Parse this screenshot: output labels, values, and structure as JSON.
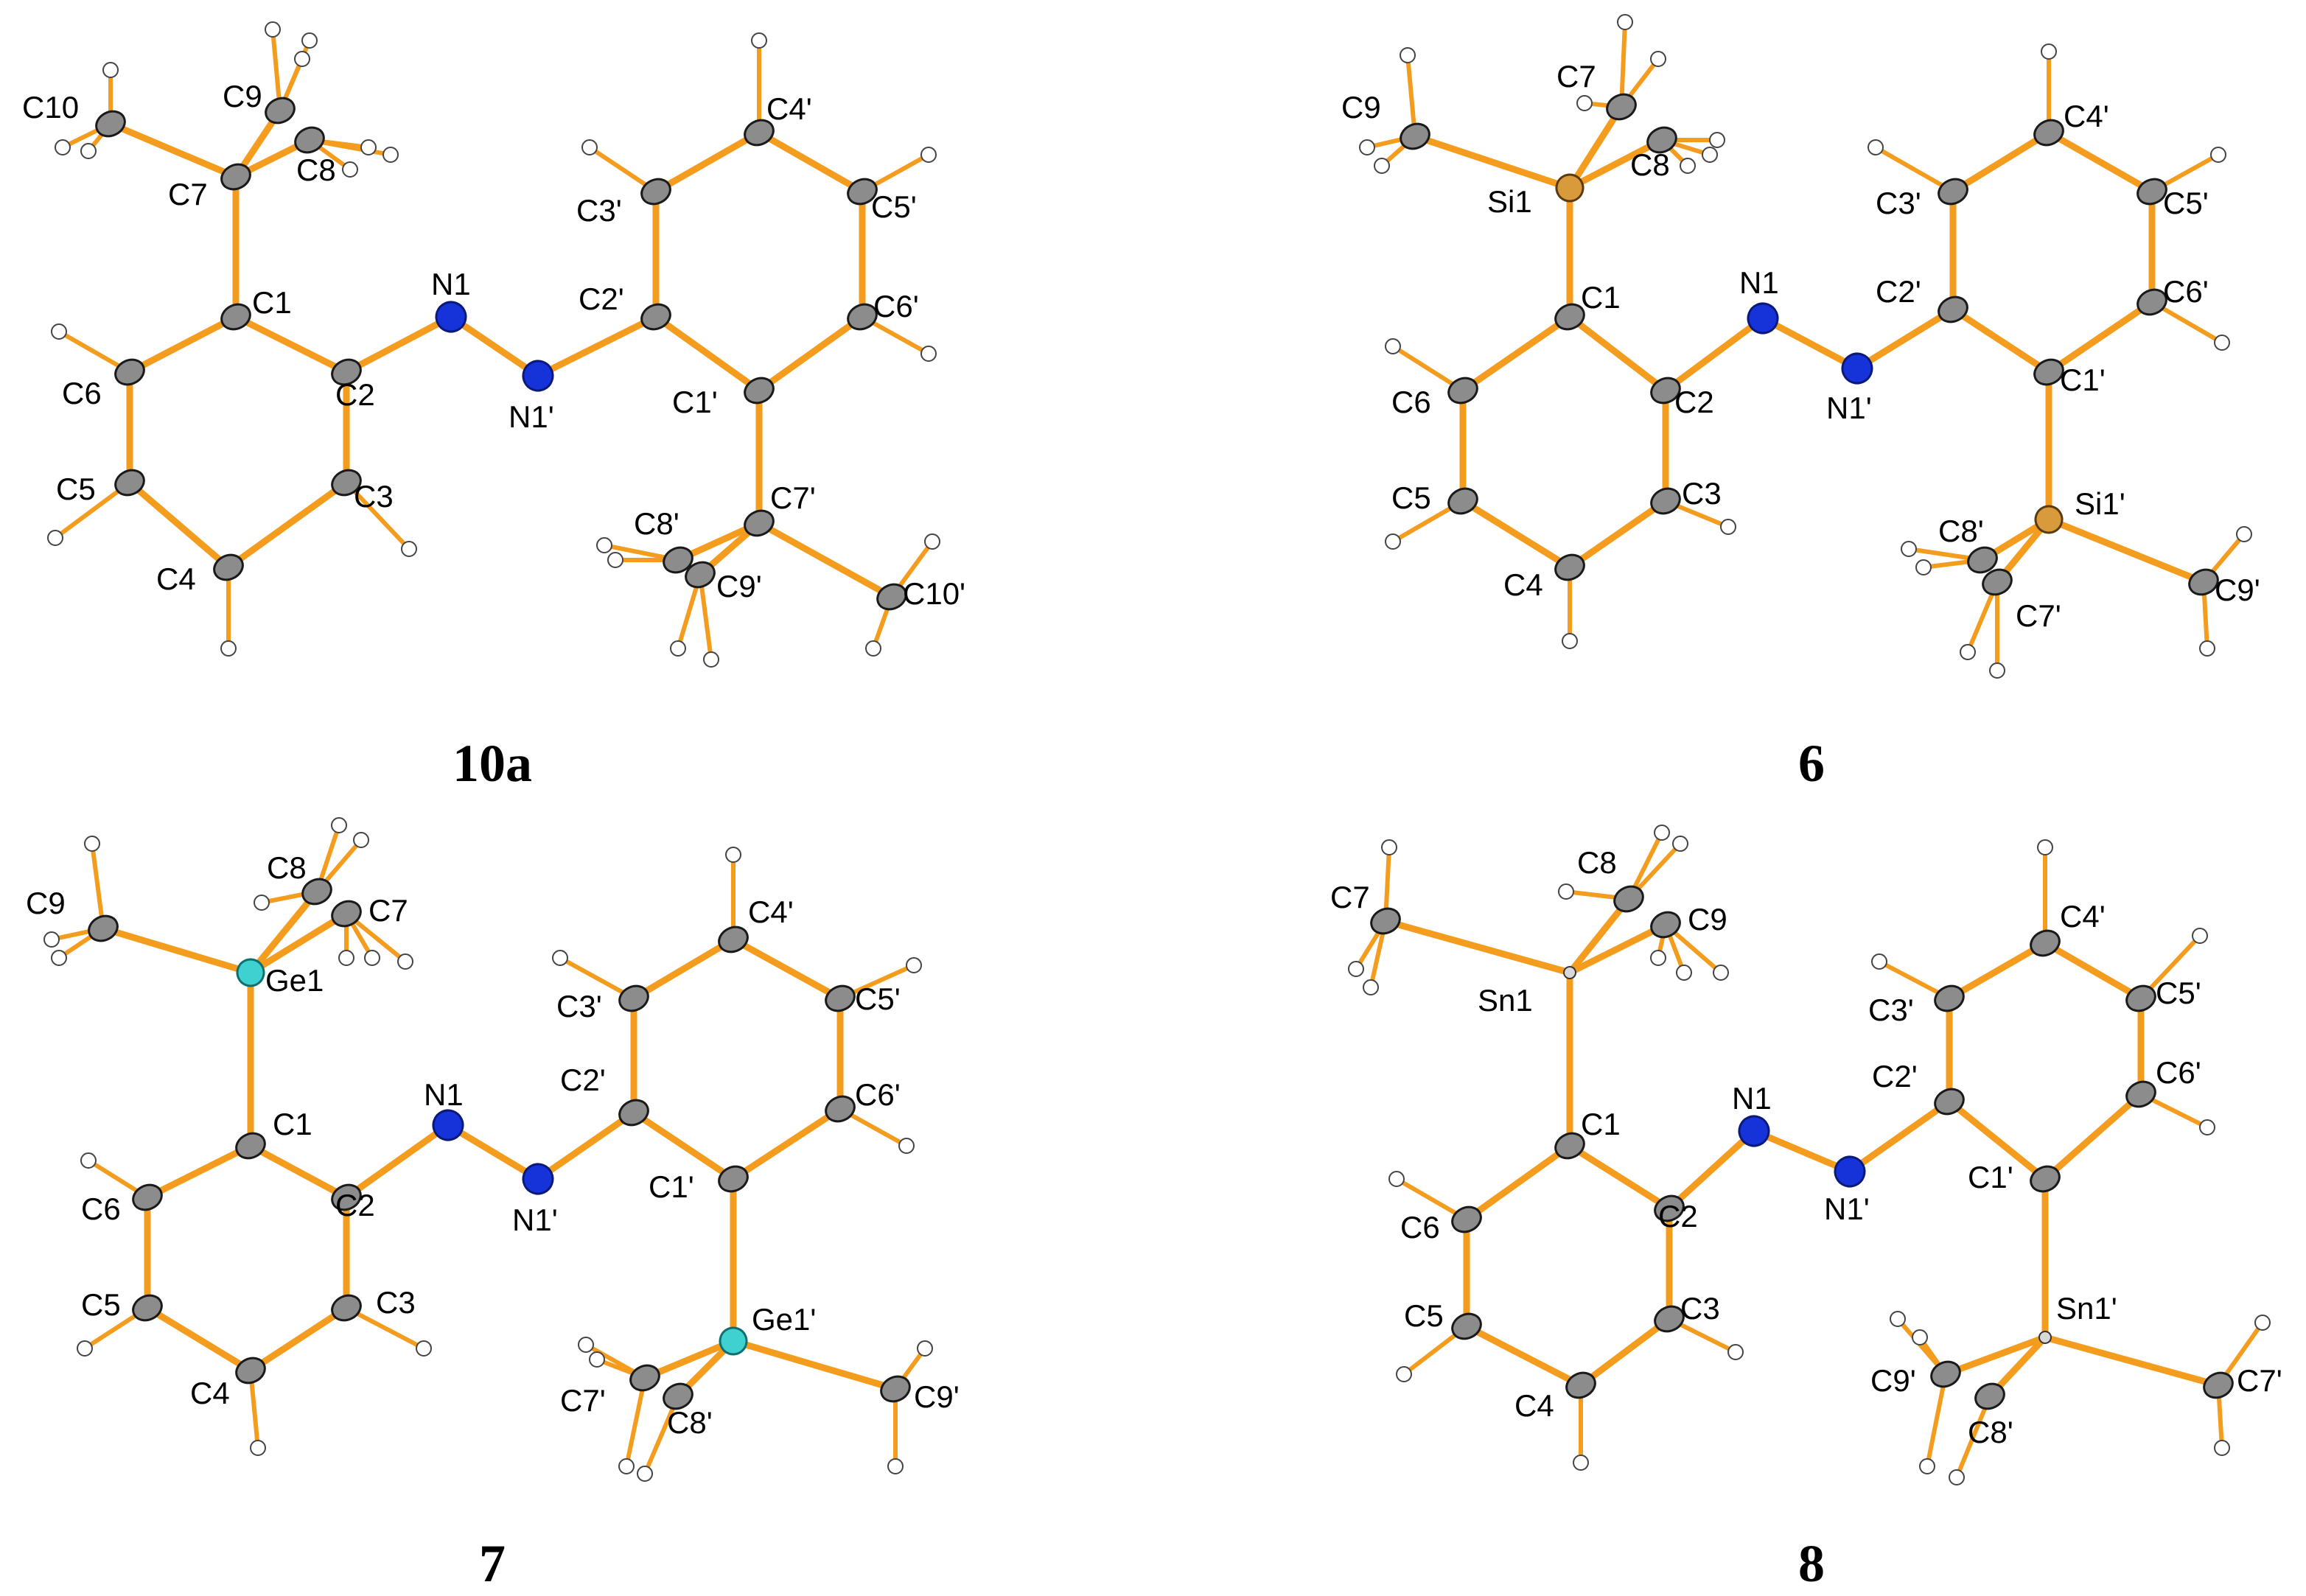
{
  "captions": [
    "10a",
    "6",
    "7",
    "8"
  ],
  "colors": {
    "bond": "#F39C1E",
    "carbon": "#8c8c8c",
    "nitrogen": "#1633d9",
    "germanium": "#3fd0d0",
    "silicon": "#d89a3a",
    "tin": "#d8d8d8",
    "hydrogen": "#ffffff"
  },
  "labels": {
    "p0": {
      "C10": "C10",
      "C9": "C9",
      "C8": "C8",
      "C7": "C7",
      "C1": "C1",
      "N1": "N1",
      "C6": "C6",
      "C2": "C2",
      "N1p": "N1'",
      "C5": "C5",
      "C3": "C3",
      "C4": "C4",
      "C3p": "C3'",
      "C4p": "C4'",
      "C5p": "C5'",
      "C2p": "C2'",
      "C6p": "C6'",
      "C1p": "C1'",
      "C8p": "C8'",
      "C7p": "C7'",
      "C9p": "C9'",
      "C10p": "C10'"
    },
    "p1": {
      "C9": "C9",
      "C7": "C7",
      "C8": "C8",
      "Si1": "Si1",
      "C1": "C1",
      "N1": "N1",
      "C6": "C6",
      "C2": "C2",
      "N1p": "N1'",
      "C5": "C5",
      "C3": "C3",
      "C4": "C4",
      "C3p": "C3'",
      "C4p": "C4'",
      "C5p": "C5'",
      "C2p": "C2'",
      "C6p": "C6'",
      "C1p": "C1'",
      "C8p": "C8'",
      "Si1p": "Si1'",
      "C7p": "C7'",
      "C9p": "C9'"
    },
    "p2": {
      "C9": "C9",
      "C8": "C8",
      "C7": "C7",
      "Ge1": "Ge1",
      "C1": "C1",
      "N1": "N1",
      "C6": "C6",
      "C2": "C2",
      "N1p": "N1'",
      "C5": "C5",
      "C3": "C3",
      "C4": "C4",
      "C3p": "C3'",
      "C4p": "C4'",
      "C5p": "C5'",
      "C2p": "C2'",
      "C6p": "C6'",
      "C1p": "C1'",
      "Ge1p": "Ge1'",
      "C7p": "C7'",
      "C8p": "C8'",
      "C9p": "C9'"
    },
    "p3": {
      "C7": "C7",
      "C8": "C8",
      "C9": "C9",
      "Sn1": "Sn1",
      "C1": "C1",
      "N1": "N1",
      "C6": "C6",
      "C2": "C2",
      "N1p": "N1'",
      "C5": "C5",
      "C3": "C3",
      "C4": "C4",
      "C3p": "C3'",
      "C4p": "C4'",
      "C5p": "C5'",
      "C2p": "C2'",
      "C6p": "C6'",
      "C1p": "C1'",
      "Sn1p": "Sn1'",
      "C9p": "C9'",
      "C8p": "C8'",
      "C7p": "C7'"
    }
  }
}
